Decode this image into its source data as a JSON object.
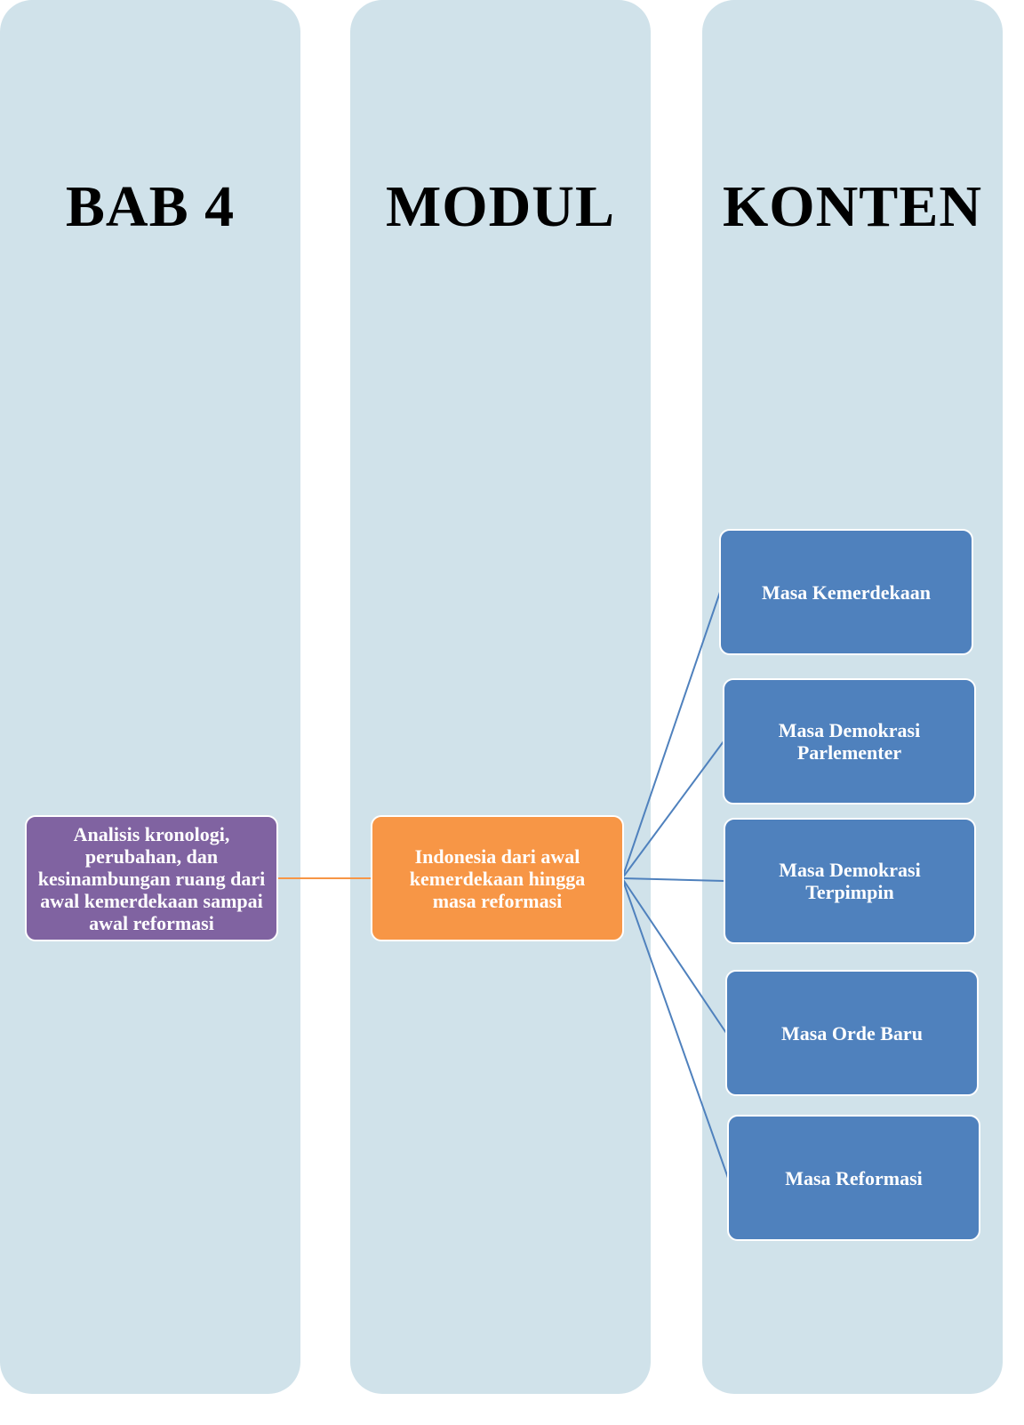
{
  "columns": [
    {
      "title": "BAB 4"
    },
    {
      "title": "MODUL"
    },
    {
      "title": "KONTEN"
    }
  ],
  "bab": {
    "text": "Analisis kronologi, perubahan, dan kesinambungan ruang dari awal kemerdekaan sampai awal reformasi"
  },
  "modul": {
    "text": "Indonesia dari awal kemerdekaan hingga masa reformasi"
  },
  "konten": [
    {
      "text": "Masa Kemerdekaan"
    },
    {
      "text": "Masa Demokrasi Parlementer"
    },
    {
      "text": "Masa Demokrasi Terpimpin"
    },
    {
      "text": "Masa Orde Baru"
    },
    {
      "text": "Masa Reformasi"
    }
  ],
  "colors": {
    "panel": "#d0e2ea",
    "bab": "#8063a1",
    "modul": "#f79646",
    "konten": "#4f81bd"
  }
}
